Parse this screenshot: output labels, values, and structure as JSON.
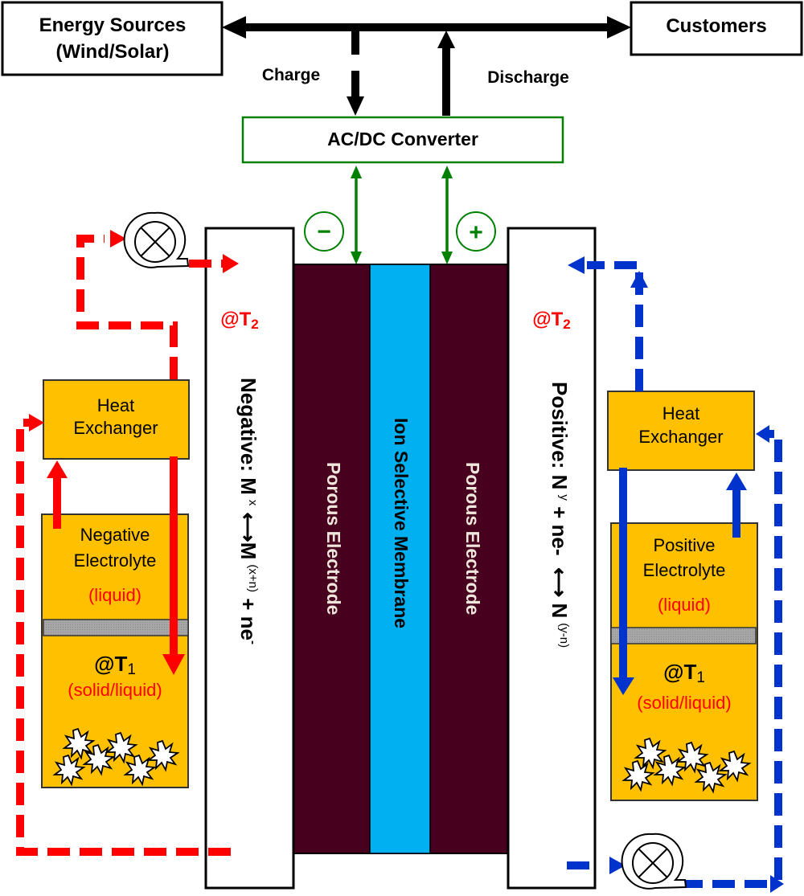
{
  "title": "Flow battery system with thermal management",
  "colors": {
    "red": "#ff0000",
    "blue": "#0033cc",
    "green": "#008000",
    "tank": "#ffc000",
    "electrode": "#48001f",
    "membrane": "#00b0f0",
    "separator": "#a6a6a6",
    "electrode_text": "#efe6dc"
  },
  "top": {
    "energy_sources_line1": "Energy Sources",
    "energy_sources_line2": "(Wind/Solar)",
    "customers": "Customers",
    "charge": "Charge",
    "discharge": "Discharge",
    "converter": "AC/DC Converter",
    "minus_terminal": "−",
    "plus_terminal": "+"
  },
  "cell": {
    "negative_temp": "@T",
    "negative_temp_sub": "2",
    "positive_temp": "@T",
    "positive_temp_sub": "2",
    "negative_reaction": {
      "prefix": "Negative: M",
      "sup1": "x",
      "arrow": "⟷",
      "m2": "M",
      "sup2": "(x+n)",
      "suffix": " + ne",
      "sup3": "-"
    },
    "positive_reaction": {
      "prefix": "Positive: N",
      "sup1": "y",
      "mid": " + ne-  ",
      "arrow": "⟷",
      "n2": " N",
      "sup2": "(y-n)"
    },
    "porous_left": "Porous Electrode",
    "membrane": "Ion Selective Membrane",
    "porous_right": "Porous Electrode"
  },
  "left": {
    "heat_exchanger_line1": "Heat",
    "heat_exchanger_line2": "Exchanger",
    "tank_line1": "Negative",
    "tank_line2": "Electrolyte",
    "liquid": "(liquid)",
    "temp": "@T",
    "temp_sub": "1",
    "solid_liquid": "(solid/liquid)"
  },
  "right": {
    "heat_exchanger_line1": "Heat",
    "heat_exchanger_line2": "Exchanger",
    "tank_line1": "Positive",
    "tank_line2": "Electrolyte",
    "liquid": "(liquid)",
    "temp": "@T",
    "temp_sub": "1",
    "solid_liquid": "(solid/liquid)"
  }
}
